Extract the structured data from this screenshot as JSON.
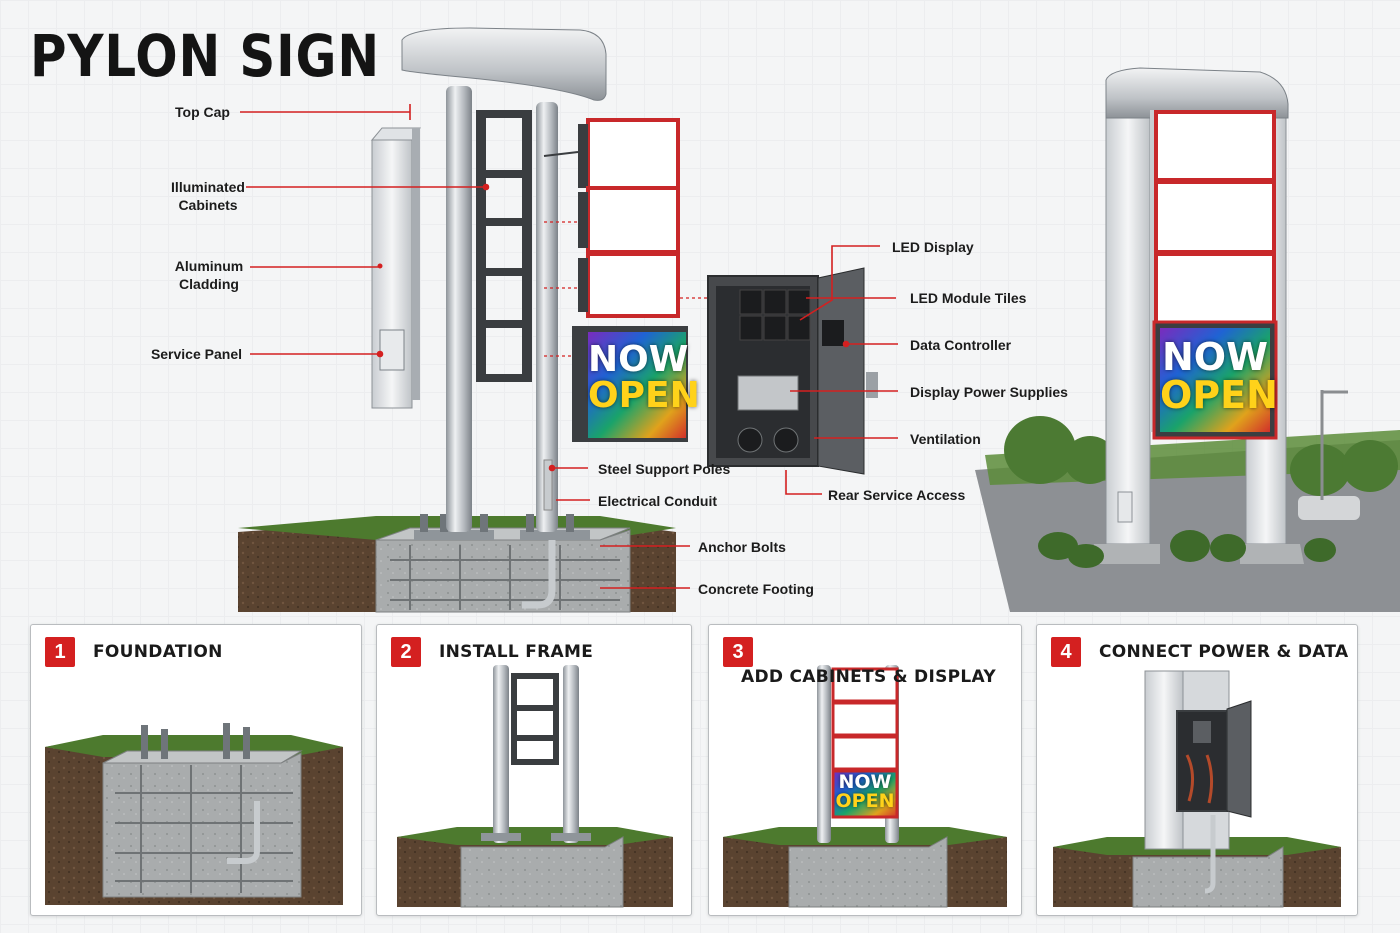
{
  "title": "PYLON SIGN",
  "callouts": {
    "top_cap": "Top Cap",
    "illuminated_cabinets": "Illuminated\nCabinets",
    "aluminum_cladding": "Aluminum\nCladding",
    "service_panel": "Service Panel",
    "led_display": "LED Display",
    "led_module_tiles": "LED Module Tiles",
    "data_controller": "Data Controller",
    "display_power_supplies": "Display Power Supplies",
    "ventilation": "Ventilation",
    "rear_service_access": "Rear Service Access",
    "steel_support_poles": "Steel Support Poles",
    "electrical_conduit": "Electrical Conduit",
    "anchor_bolts": "Anchor Bolts",
    "concrete_footing": "Concrete Footing"
  },
  "display": {
    "line1": "NOW",
    "line2": "OPEN"
  },
  "steps": [
    {
      "number": "1",
      "title": "FOUNDATION"
    },
    {
      "number": "2",
      "title": "INSTALL FRAME"
    },
    {
      "number": "3",
      "title": "ADD CABINETS & DISPLAY"
    },
    {
      "number": "4",
      "title": "CONNECT POWER & DATA"
    }
  ],
  "colors": {
    "accent_red": "#d42020",
    "cabinet_frame_red": "#c8282a",
    "led_yellow": "#ffd21a",
    "steel": "#b9bec3",
    "concrete": "#a9acad",
    "soil": "#5a4330",
    "grass": "#4d7a2e"
  },
  "icons": [
    "pylon-sign-illustration",
    "led-cabinet-illustration",
    "finished-sign-illustration"
  ]
}
